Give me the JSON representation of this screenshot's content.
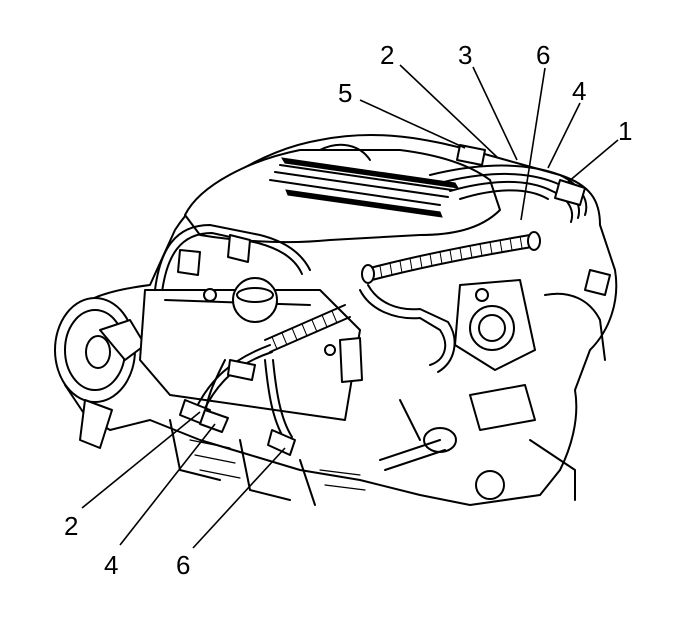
{
  "callouts": {
    "top": [
      {
        "id": "c-top-2",
        "label": "2"
      },
      {
        "id": "c-top-3",
        "label": "3"
      },
      {
        "id": "c-top-6",
        "label": "6"
      },
      {
        "id": "c-top-4",
        "label": "4"
      },
      {
        "id": "c-top-5",
        "label": "5"
      },
      {
        "id": "c-top-1",
        "label": "1"
      }
    ],
    "bottom": [
      {
        "id": "c-bot-2",
        "label": "2"
      },
      {
        "id": "c-bot-4",
        "label": "4"
      },
      {
        "id": "c-bot-6",
        "label": "6"
      }
    ]
  }
}
